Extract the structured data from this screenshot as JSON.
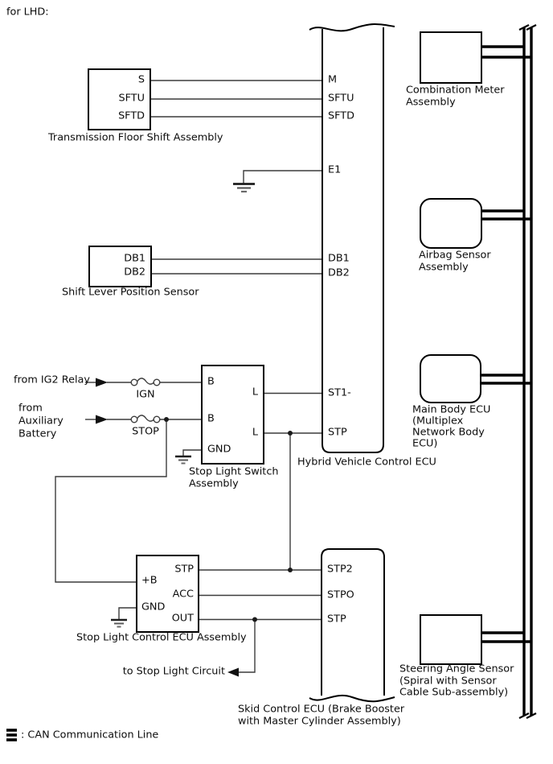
{
  "page": {
    "title": "for LHD:"
  },
  "colors": {
    "wire": "#3c3c3c",
    "bus": "#000000",
    "background": "#ffffff",
    "text": "#0c0c0c"
  },
  "hybrid_ecu": {
    "label": "Hybrid Vehicle Control ECU",
    "pins": {
      "m": "M",
      "sftu": "SFTU",
      "sftd": "SFTD",
      "e1": "E1",
      "db1": "DB1",
      "db2": "DB2",
      "st1": "ST1-",
      "stp": "STP"
    }
  },
  "transmission": {
    "label": "Transmission Floor Shift Assembly",
    "pins": {
      "s": "S",
      "sftu": "SFTU",
      "sftd": "SFTD"
    }
  },
  "shift_lever": {
    "label": "Shift Lever Position Sensor",
    "pins": {
      "db1": "DB1",
      "db2": "DB2"
    }
  },
  "stop_light_switch": {
    "label_lines": [
      "Stop Light Switch",
      "Assembly"
    ],
    "pins": {
      "b1": "B",
      "b2": "B",
      "gnd": "GND",
      "l1": "L",
      "l2": "L"
    }
  },
  "stop_light_control": {
    "label": "Stop Light Control ECU Assembly",
    "pins": {
      "plus_b": "+B",
      "gnd": "GND",
      "stp": "STP",
      "acc": "ACC",
      "out": "OUT"
    }
  },
  "skid_control": {
    "label_lines": [
      "Skid Control ECU (Brake Booster",
      "with Master Cylinder Assembly)"
    ],
    "pins": {
      "stp2": "STP2",
      "stpo": "STPO",
      "stp": "STP"
    }
  },
  "combination_meter": {
    "label_lines": [
      "Combination Meter",
      "Assembly"
    ]
  },
  "airbag_sensor": {
    "label_lines": [
      "Airbag Sensor",
      "Assembly"
    ]
  },
  "main_body_ecu": {
    "label_lines": [
      "Main Body ECU",
      "(Multiplex",
      "Network Body",
      "ECU)"
    ]
  },
  "steering_sensor": {
    "label_lines": [
      "Steering Angle Sensor",
      "(Spiral with Sensor",
      "Cable Sub-assembly)"
    ]
  },
  "power": {
    "ig2_label": "from IG2 Relay",
    "aux_lines": [
      "from",
      "Auxiliary",
      "Battery"
    ],
    "fuse_ign": "IGN",
    "fuse_stop": "STOP"
  },
  "notes": {
    "to_stop_light": "to Stop Light Circuit"
  },
  "legend": {
    "label": ": CAN Communication Line"
  }
}
